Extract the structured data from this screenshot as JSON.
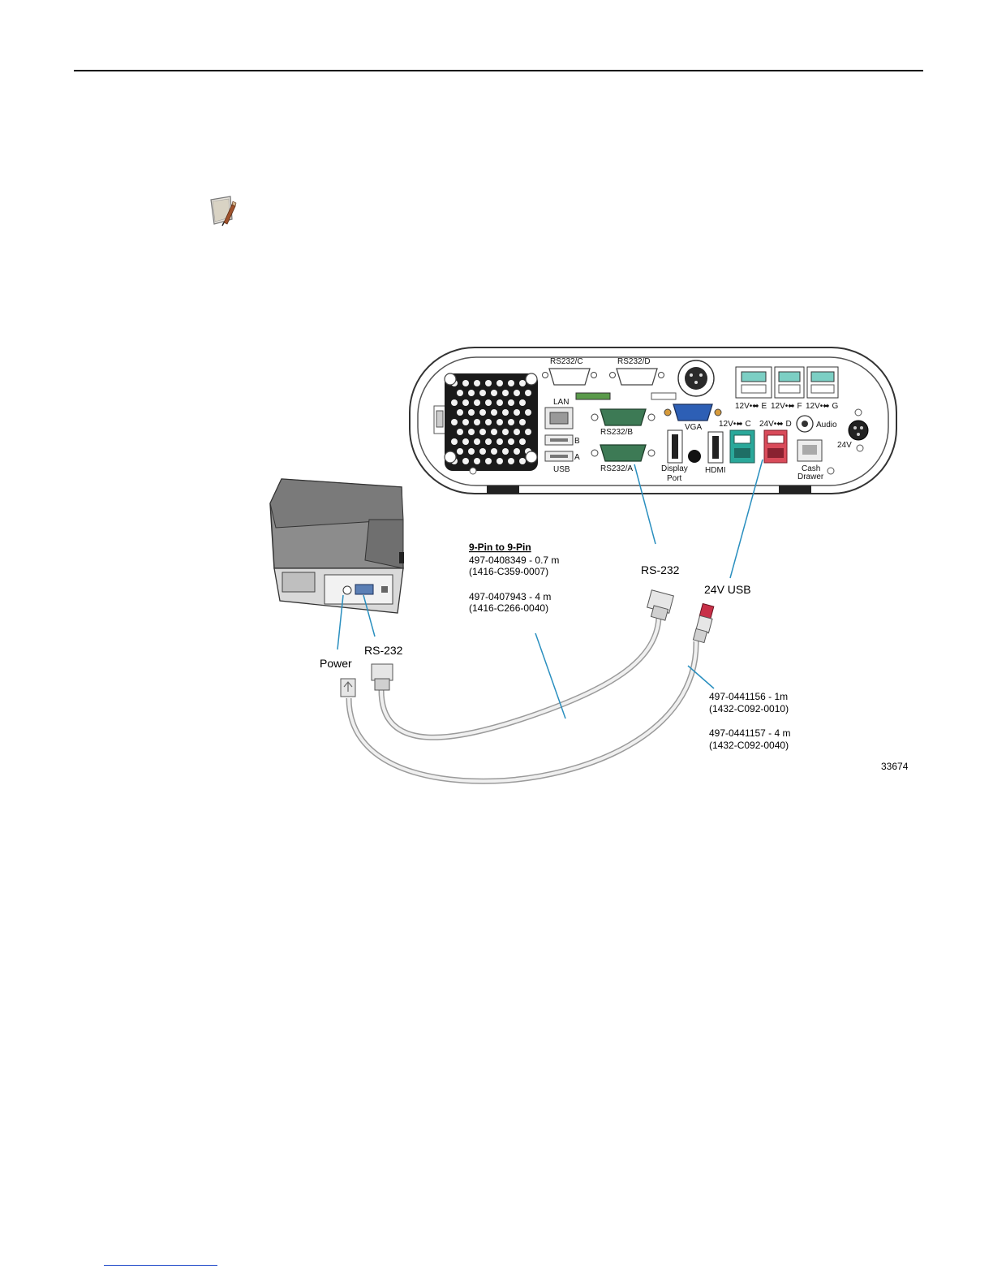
{
  "terminal_ports": {
    "rs232_c": "RS232/C",
    "rs232_d": "RS232/D",
    "rs232_b": "RS232/B",
    "rs232_a": "RS232/A",
    "lan": "LAN",
    "usb_b": "B",
    "usb_a": "A",
    "usb": "USB",
    "vga": "VGA",
    "display_port_line1": "Display",
    "display_port_line2": "Port",
    "hdmi": "HDMI",
    "port_e": "12V•⬌ E",
    "port_f": "12V•⬌ F",
    "port_g": "12V•⬌ G",
    "port_c": "12V•⬌ C",
    "port_d": "24V•⬌ D",
    "audio": "Audio",
    "cash_drawer_line1": "Cash",
    "cash_drawer_line2": "Drawer",
    "power_24v": "24V"
  },
  "callouts": {
    "rs232_terminal": "RS-232",
    "usb_24v": "24V USB",
    "printer_power": "Power",
    "printer_rs232": "RS-232"
  },
  "cable_9pin": {
    "heading": "9-Pin to 9-Pin",
    "line1": "497-0408349 - 0.7 m",
    "line2": "(1416-C359-0007)",
    "line3": "497-0407943 - 4 m",
    "line4": "(1416-C266-0040)"
  },
  "cable_usb": {
    "line1": "497-0441156 - 1m",
    "line2": "(1432-C092-0010)",
    "line3": "497-0441157 - 4 m",
    "line4": "(1432-C092-0040)"
  },
  "figure_number": "33674"
}
